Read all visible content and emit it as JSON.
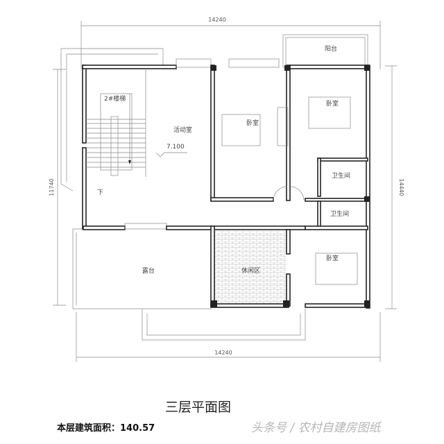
{
  "dimensions": {
    "top": "14240",
    "bottom": "14240",
    "left": "11740",
    "right": "14440"
  },
  "rooms": {
    "stair": "2#楼梯",
    "stair_down": "下",
    "activity": "活动室",
    "elevation": "7.100",
    "bedroom1": "卧室",
    "balcony": "阳台",
    "bedroom2": "卧室",
    "bath1": "卫生间",
    "bath2": "卫生间",
    "terrace": "露台",
    "leisure": "休闲区",
    "bedroom3": "卧室"
  },
  "title": "三层平面图",
  "area_text": "本层建筑面积：140.57",
  "watermark": "头条号 / 农村自建房图纸",
  "colors": {
    "wall": "#222222",
    "line": "#888888"
  }
}
